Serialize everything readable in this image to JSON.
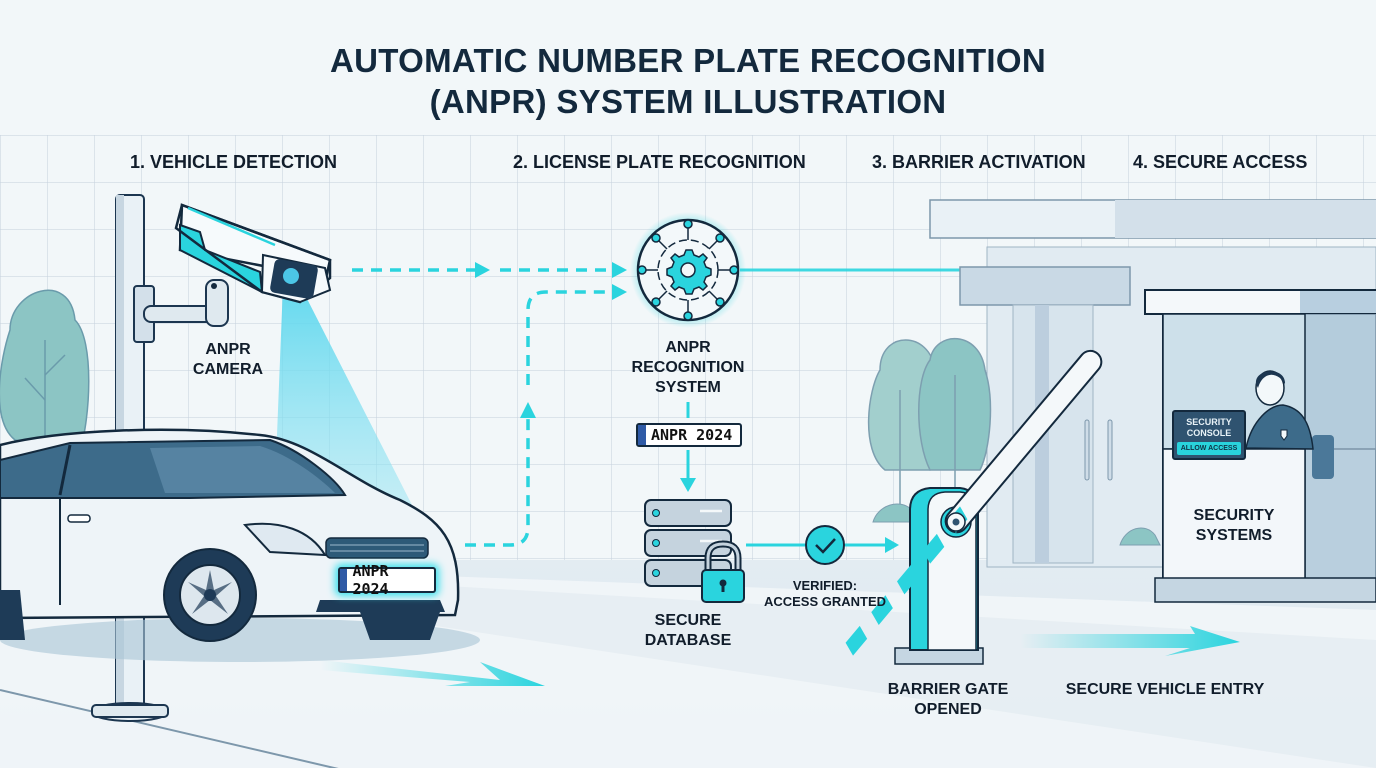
{
  "title": {
    "line1": "AUTOMATIC NUMBER PLATE RECOGNITION",
    "line2": "(ANPR) SYSTEM ILLUSTRATION"
  },
  "steps": [
    {
      "label": "1. VEHICLE DETECTION"
    },
    {
      "label": "2. LICENSE PLATE RECOGNITION"
    },
    {
      "label": "3. BARRIER ACTIVATION"
    },
    {
      "label": "4. SECURE ACCESS"
    }
  ],
  "camera": {
    "line1": "ANPR",
    "line2": "CAMERA",
    "icon": "security-camera-icon"
  },
  "vehicle": {
    "plate_text": "ANPR 2024",
    "icon": "car-icon"
  },
  "recognition": {
    "line1": "ANPR",
    "line2": "RECOGNITION",
    "line3": "SYSTEM",
    "plate_text": "ANPR 2024",
    "icon": "gear-network-icon"
  },
  "database": {
    "line1": "SECURE",
    "line2": "DATABASE",
    "icon": "server-lock-icon"
  },
  "verification": {
    "line1": "VERIFIED:",
    "line2": "ACCESS GRANTED",
    "icon": "checkmark-circle-icon"
  },
  "barrier": {
    "line1": "BARRIER GATE",
    "line2": "OPENED",
    "icon": "barrier-gate-icon"
  },
  "security": {
    "line1": "SECURITY",
    "line2": "SYSTEMS",
    "console_line1": "SECURITY",
    "console_line2": "CONSOLE",
    "console_button": "ALLOW ACCESS",
    "icon": "security-guard-icon"
  },
  "entry": {
    "label": "SECURE VEHICLE ENTRY",
    "icon": "arrow-right-icon"
  },
  "colors": {
    "accent": "#2ad4de",
    "navy": "#13293d",
    "background": "#f2f7f9",
    "tree": "#8cc5c4",
    "building": "#cfdde8"
  }
}
